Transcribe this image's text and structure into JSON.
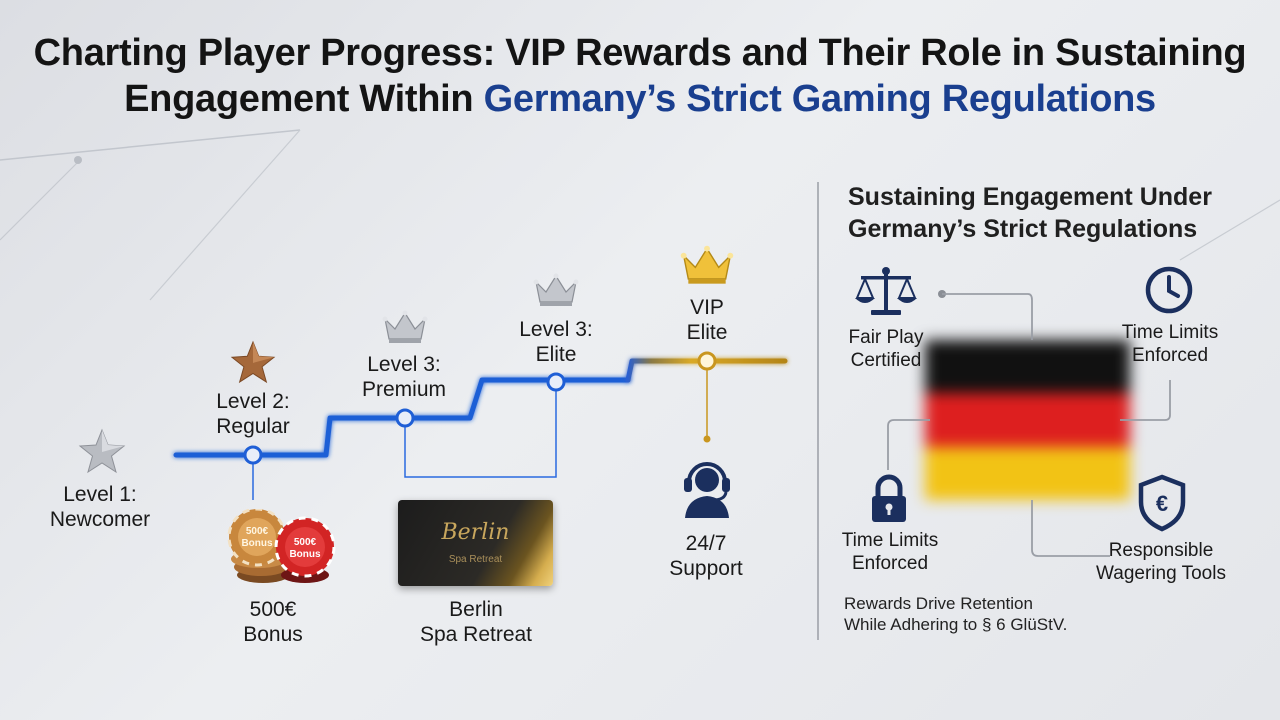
{
  "title": {
    "line1": "Charting Player Progress: VIP Rewards and Their Role in Sustaining",
    "line2_plain": "Engagement Within ",
    "line2_accent": "Germany’s Strict Gaming Regulations"
  },
  "progression": {
    "levels": [
      {
        "label": "Level 1:\nNewcomer",
        "icon": "silver-star-icon"
      },
      {
        "label": "Level 2:\nRegular",
        "icon": "bronze-star-icon"
      },
      {
        "label": "Level 3:\nPremium",
        "icon": "silver-crown-icon"
      },
      {
        "label": "Level 3:\nElite",
        "icon": "silver-crown-icon"
      },
      {
        "label": "VIP\nElite",
        "icon": "gold-crown-icon"
      }
    ],
    "rewards": [
      {
        "label": "500€\nBonus",
        "icon": "casino-chips-icon",
        "chip_text_1": "500€",
        "chip_text_2": "Bonus",
        "chip_text_3": "500€",
        "chip_text_4": "Bonus"
      },
      {
        "label": "Berlin\nSpa Retreat",
        "card_title": "Berlin",
        "card_subtitle": "Spa Retreat"
      },
      {
        "label": "24/7\nSupport",
        "icon": "headset-support-icon"
      }
    ]
  },
  "regulations": {
    "heading": "Sustaining Engagement Under\nGermany’s Strict Regulations",
    "items": [
      {
        "label": "Fair Play\nCertified",
        "icon": "scales-icon"
      },
      {
        "label": "Time Limits\nEnforced",
        "icon": "clock-icon"
      },
      {
        "label": "Time Limits\nEnforced",
        "icon": "lock-icon"
      },
      {
        "label": "Responsible\nWagering Tools",
        "icon": "euro-shield-icon"
      }
    ],
    "flag_colors": [
      "#111111",
      "#dd1f1f",
      "#f2c315"
    ],
    "footnote": "Rewards Drive Retention\nWhile Adhering to § 6 GlüStV."
  },
  "colors": {
    "accent": "#1a3f8f",
    "path_blue": "#1f5fd6",
    "path_gold": "#c9961f",
    "icon_navy": "#1b2f5e"
  }
}
